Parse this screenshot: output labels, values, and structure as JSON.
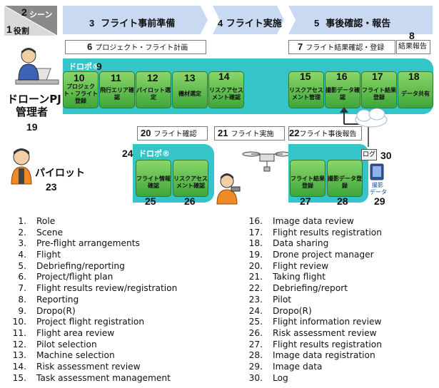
{
  "header": {
    "scene_num": "2",
    "scene_label": "シーン",
    "role_num": "1",
    "role_label": "役割"
  },
  "phases": [
    {
      "num": "3",
      "label": "フライト事前準備"
    },
    {
      "num": "4",
      "label": "フライト実施"
    },
    {
      "num": "5",
      "label": "事後確認・報告"
    }
  ],
  "labels": {
    "plan": {
      "num": "6",
      "text": "プロジェクト・フライト計画"
    },
    "results": {
      "num": "7",
      "text": "フライト結果確認・登録"
    },
    "report": {
      "num": "8",
      "text": "結果報告"
    },
    "flight_review": {
      "num": "20",
      "text": "フライト確認"
    },
    "flight_exec": {
      "num": "21",
      "text": "フライト実施"
    },
    "post_report": {
      "num": "22",
      "text": "フライト事後報告"
    }
  },
  "dropo": {
    "top_label": "ドロポ®",
    "top_num": "9",
    "bottom_label": "ドロポ®",
    "bottom_num": "24"
  },
  "tasks_top": [
    {
      "num": "10",
      "label": "プロジェクト・フライト登録"
    },
    {
      "num": "11",
      "label": "飛行エリア確認"
    },
    {
      "num": "12",
      "label": "パイロット選定"
    },
    {
      "num": "13",
      "label": "機材選定"
    },
    {
      "num": "14",
      "label": "リスクアセスメント確認"
    },
    {
      "num": "15",
      "label": "リスクアセスメント管理"
    },
    {
      "num": "16",
      "label": "撮影データ確認"
    },
    {
      "num": "17",
      "label": "フライト結果登録"
    },
    {
      "num": "18",
      "label": "データ共有"
    }
  ],
  "tasks_bottom": [
    {
      "num": "25",
      "label": "フライト情報確認"
    },
    {
      "num": "26",
      "label": "リスクアセスメント確認"
    },
    {
      "num": "27",
      "label": "フライト結果登録"
    },
    {
      "num": "28",
      "label": "撮影データ登録"
    }
  ],
  "manager": {
    "label_line1": "ドローンPJ",
    "label_line2": "管理者",
    "num": "19"
  },
  "pilot": {
    "label": "パイロット",
    "num": "23"
  },
  "device": {
    "log_label": "ログ",
    "log_num": "30",
    "data_label_1": "撮影",
    "data_label_2": "データ",
    "data_num": "29"
  },
  "legend_left": [
    {
      "n": "1.",
      "t": "Role"
    },
    {
      "n": "2.",
      "t": "Scene"
    },
    {
      "n": "3.",
      "t": "Pre-flight arrangements"
    },
    {
      "n": "4.",
      "t": "Flight"
    },
    {
      "n": "5.",
      "t": "Debriefing/reporting"
    },
    {
      "n": "6.",
      "t": "Project/flight plan"
    },
    {
      "n": "7.",
      "t": "Flight results review/registration"
    },
    {
      "n": "8.",
      "t": "Reporting"
    },
    {
      "n": "9.",
      "t": "Dropo(R)"
    },
    {
      "n": "10.",
      "t": "Project flight registration"
    },
    {
      "n": "11.",
      "t": "Flight area review"
    },
    {
      "n": "12.",
      "t": "Pilot selection"
    },
    {
      "n": "13.",
      "t": "Machine selection"
    },
    {
      "n": "14.",
      "t": "Risk assessment review"
    },
    {
      "n": "15.",
      "t": "Task assessment management"
    }
  ],
  "legend_right": [
    {
      "n": "16.",
      "t": "Image data review"
    },
    {
      "n": "17.",
      "t": "Flight results registration"
    },
    {
      "n": "18.",
      "t": "Data sharing"
    },
    {
      "n": "19.",
      "t": "Drone project manager"
    },
    {
      "n": "20.",
      "t": "Flight review"
    },
    {
      "n": "21.",
      "t": "Taking flight"
    },
    {
      "n": "22.",
      "t": "Debriefing/report"
    },
    {
      "n": "23.",
      "t": "Pilot"
    },
    {
      "n": "24.",
      "t": "Dropo(R)"
    },
    {
      "n": "25.",
      "t": "Flight information review"
    },
    {
      "n": "26.",
      "t": "Risk assessment review"
    },
    {
      "n": "27.",
      "t": "Flight results registration"
    },
    {
      "n": "28.",
      "t": "Image data registration"
    },
    {
      "n": "29.",
      "t": "Image data"
    },
    {
      "n": "30.",
      "t": "Log"
    }
  ]
}
